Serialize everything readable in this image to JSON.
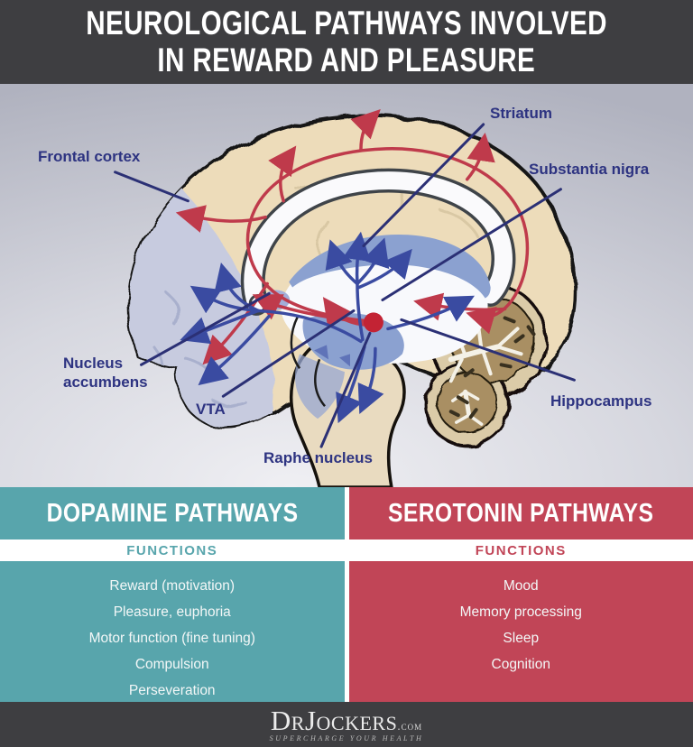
{
  "title": {
    "line1": "NEUROLOGICAL PATHWAYS INVOLVED",
    "line2": "IN REWARD AND PLEASURE"
  },
  "diagram": {
    "labels": [
      {
        "id": "frontal-cortex",
        "text": "Frontal cortex"
      },
      {
        "id": "striatum",
        "text": "Striatum"
      },
      {
        "id": "substantia-nigra",
        "text": "Substantia nigra"
      },
      {
        "id": "nucleus-accumbens",
        "text": "Nucleus accumbens"
      },
      {
        "id": "vta",
        "text": "VTA"
      },
      {
        "id": "raphe-nucleus",
        "text": "Raphe nucleus"
      },
      {
        "id": "hippocampus",
        "text": "Hippocampus"
      }
    ],
    "pathway_legend": {
      "dopamine_pathway_color": "#bf3a4b",
      "serotonin_pathway_color": "#3a4ba1"
    }
  },
  "columns": [
    {
      "id": "dopamine",
      "title": "DOPAMINE PATHWAYS",
      "subtitle": "FUNCTIONS",
      "functions": [
        "Reward (motivation)",
        "Pleasure, euphoria",
        "Motor function (fine tuning)",
        "Compulsion",
        "Perseveration"
      ]
    },
    {
      "id": "serotonin",
      "title": "SEROTONIN PATHWAYS",
      "subtitle": "FUNCTIONS",
      "functions": [
        "Mood",
        "Memory processing",
        "Sleep",
        "Cognition"
      ]
    }
  ],
  "footer": {
    "brand": "DrJockers",
    "domain": ".com",
    "tagline": "SUPERCHARGE YOUR HEALTH"
  },
  "colors": {
    "dark": "#3e3e41",
    "navy": "#2d3381",
    "teal": "#58a5ac",
    "red": "#c14557",
    "dopamine-red": "#bf3a4b",
    "serotonin-blue": "#3a4ba1",
    "vta-dot": "#c32334"
  }
}
